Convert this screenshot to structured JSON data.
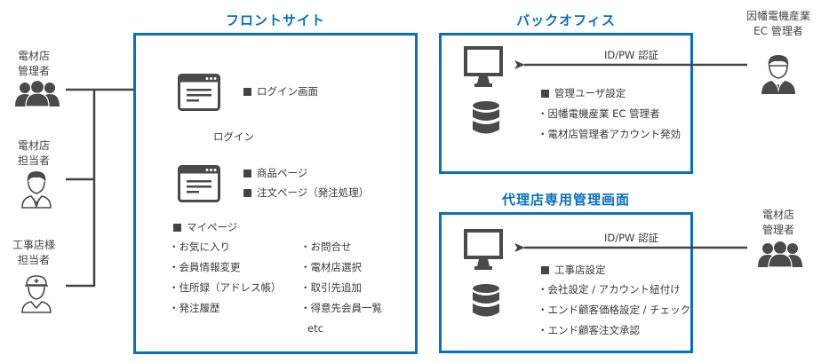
{
  "colors": {
    "accent": "#0a6fbf",
    "line": "#444444",
    "icon": "#4a4a4a"
  },
  "actors": {
    "left_manager": {
      "label_line1": "電材店",
      "label_line2": "管理者",
      "icon": "group-icon"
    },
    "left_staff": {
      "label_line1": "電材店",
      "label_line2": "担当者",
      "icon": "businessman-outline-icon"
    },
    "left_contractor": {
      "label_line1": "工事店様",
      "label_line2": "担当者",
      "icon": "worker-helmet-icon"
    },
    "right_ec_admin": {
      "label_line1": "因幡電機産業",
      "label_line2": "EC 管理者",
      "icon": "businessman-icon"
    },
    "right_manager": {
      "label_line1": "電材店",
      "label_line2": "管理者",
      "icon": "group-icon"
    }
  },
  "front_site": {
    "title": "フロントサイト",
    "login_screen": "ログイン画面",
    "login_arrow_label": "ログイン",
    "pages": [
      "商品ページ",
      "注文ページ（発注処理）"
    ],
    "mypage_heading": "マイページ",
    "mypage_col1": [
      "お気に入り",
      "会員情報変更",
      "住所録（アドレス帳）",
      "発注履歴"
    ],
    "mypage_col2": [
      "お問合せ",
      "電材店選択",
      "取引先追加",
      "得意先会員一覧"
    ],
    "etc": "etc"
  },
  "back_office": {
    "title": "バックオフィス",
    "auth_label": "ID/PW 認証",
    "heading": "管理ユーザ設定",
    "items": [
      "因幡電機産業 EC 管理者",
      "電材店管理者アカウント発効"
    ]
  },
  "agency_admin": {
    "title": "代理店専用管理画面",
    "auth_label": "ID/PW 認証",
    "heading": "工事店設定",
    "items": [
      "会社設定 / アカウント紐付け",
      "エンド顧客価格設定 / チェック",
      "エンド顧客注文承認"
    ]
  }
}
